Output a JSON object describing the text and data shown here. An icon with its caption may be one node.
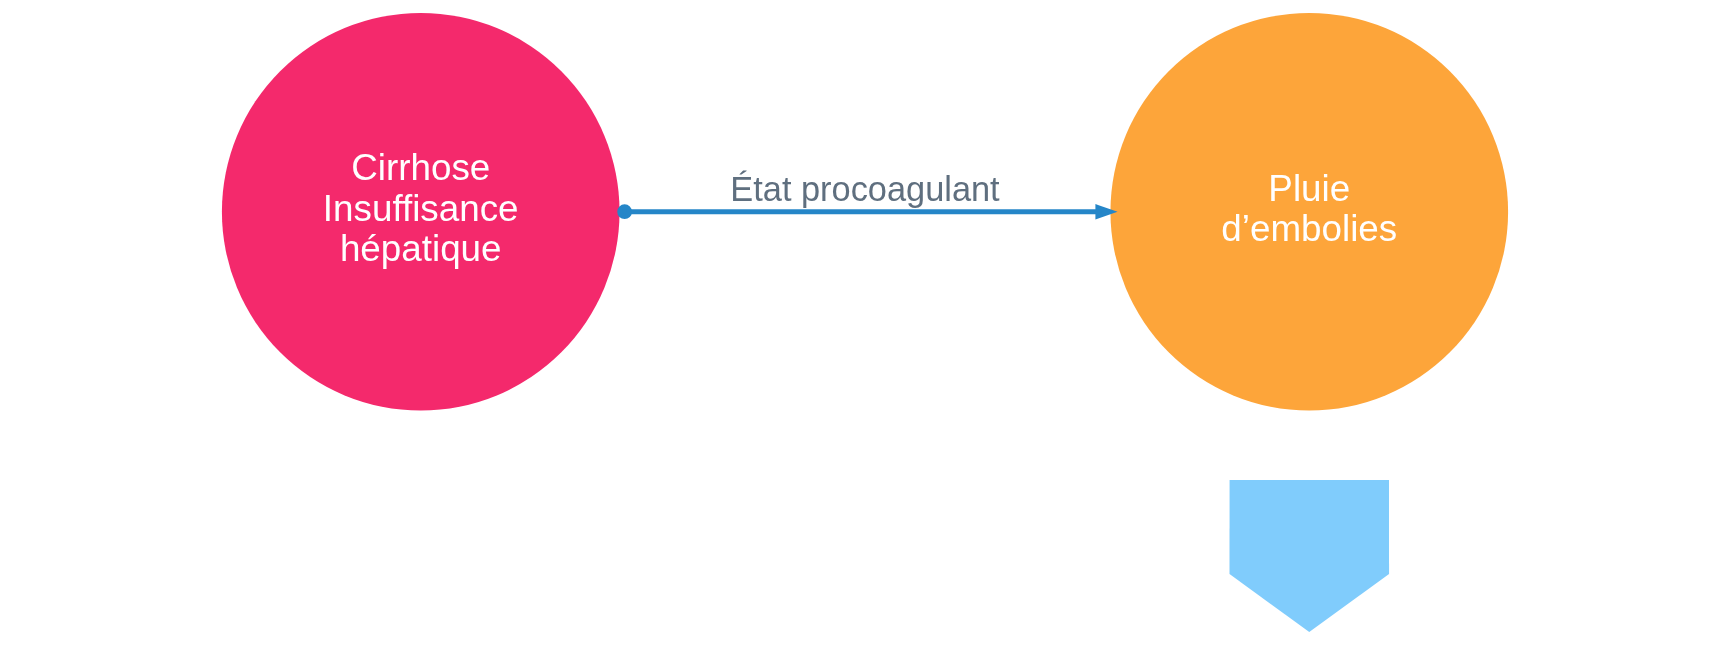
{
  "diagram": {
    "nodes": [
      {
        "text": [
          "Cirrhose Insuffisance hépatique"
        ]
      },
      {
        "text": [
          "Pluie d’embolies"
        ]
      },
      {
        "text": [],
        "shape": "arrow"
      }
    ],
    "edges": [
      {
        "from": 0,
        "to": 1,
        "arrow": "to",
        "label": "État procoagulant"
      }
    ]
  }
}
